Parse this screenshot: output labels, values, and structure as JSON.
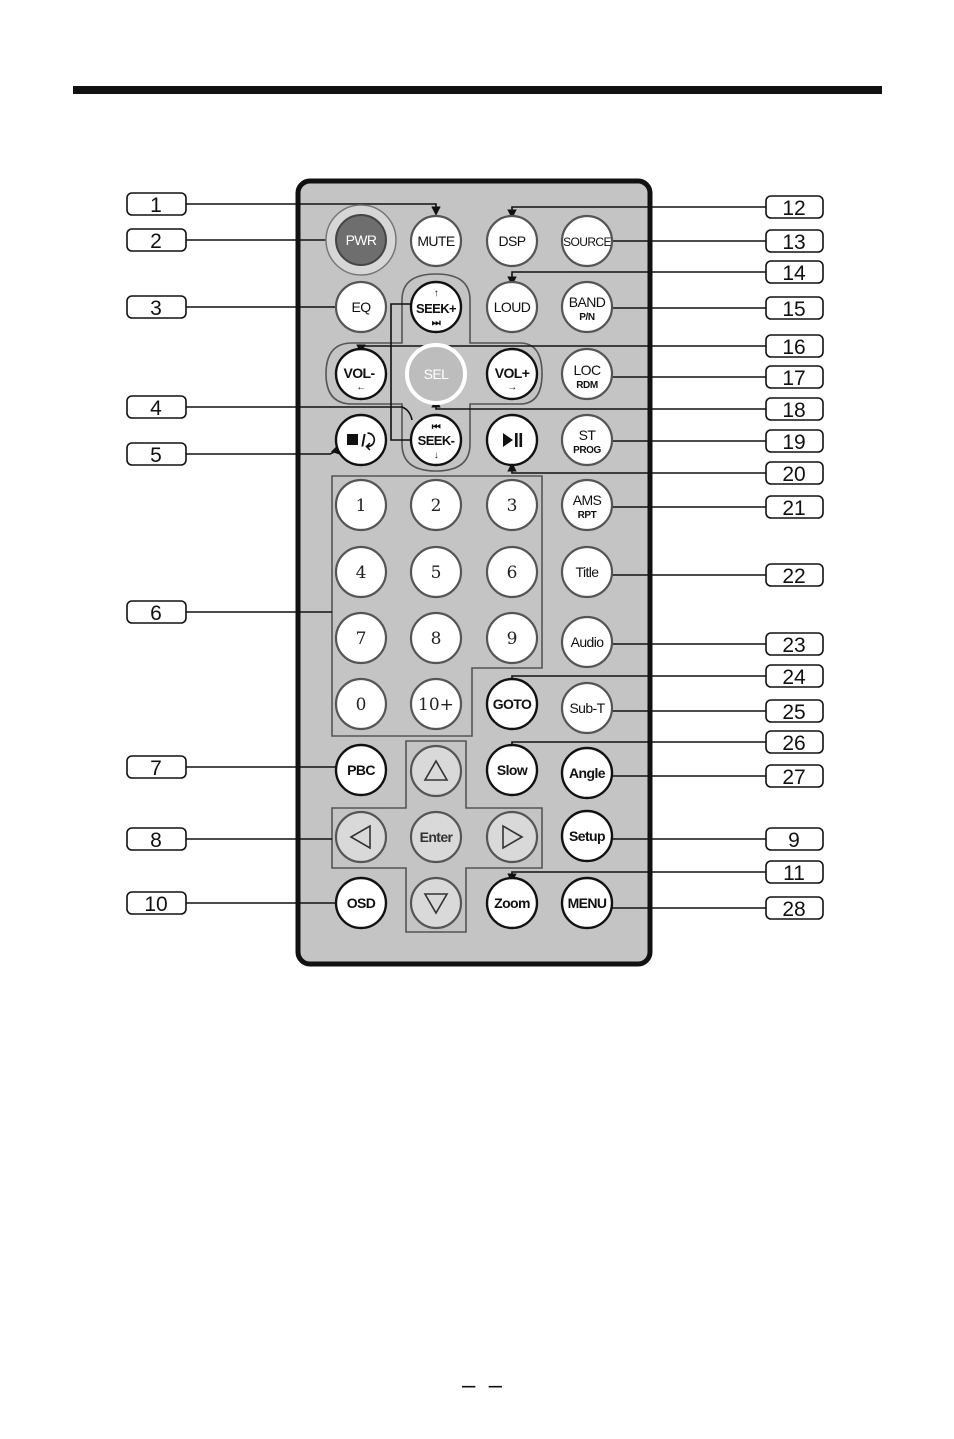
{
  "buttons": {
    "pwr": "PWR",
    "mute": "MUTE",
    "dsp": "DSP",
    "source": "SOURCE",
    "eq": "EQ",
    "seek_plus": "SEEK+",
    "loud": "LOUD",
    "band": "BAND",
    "band_sub": "P/N",
    "vol_minus": "VOL-",
    "sel": "SEL",
    "vol_plus": "VOL+",
    "loc": "LOC",
    "loc_sub": "RDM",
    "seek_minus": "SEEK-",
    "st": "ST",
    "st_sub": "PROG",
    "num_1": "1",
    "num_2": "2",
    "num_3": "3",
    "ams": "AMS",
    "ams_sub": "RPT",
    "num_4": "4",
    "num_5": "5",
    "num_6": "6",
    "title": "Title",
    "num_7": "7",
    "num_8": "8",
    "num_9": "9",
    "audio": "Audio",
    "num_0": "0",
    "num_10plus": "10+",
    "goto": "GOTO",
    "subt": "Sub-T",
    "pbc": "PBC",
    "slow": "Slow",
    "angle": "Angle",
    "enter": "Enter",
    "setup": "Setup",
    "osd": "OSD",
    "zoom": "Zoom",
    "menu": "MENU"
  },
  "callouts": {
    "left": [
      "1",
      "2",
      "3",
      "4",
      "5",
      "6",
      "7",
      "8",
      "10"
    ],
    "right": [
      "12",
      "13",
      "14",
      "15",
      "16",
      "17",
      "18",
      "19",
      "20",
      "21",
      "22",
      "23",
      "24",
      "25",
      "26",
      "27",
      "9",
      "11",
      "28"
    ]
  },
  "footer": "–  –",
  "colors": {
    "remote_body": "#c4c4c4",
    "button_face": "#ffffff",
    "pwr_face": "#6e6e6e",
    "sel_face": "#bdbdbd",
    "ink": "#111111"
  }
}
